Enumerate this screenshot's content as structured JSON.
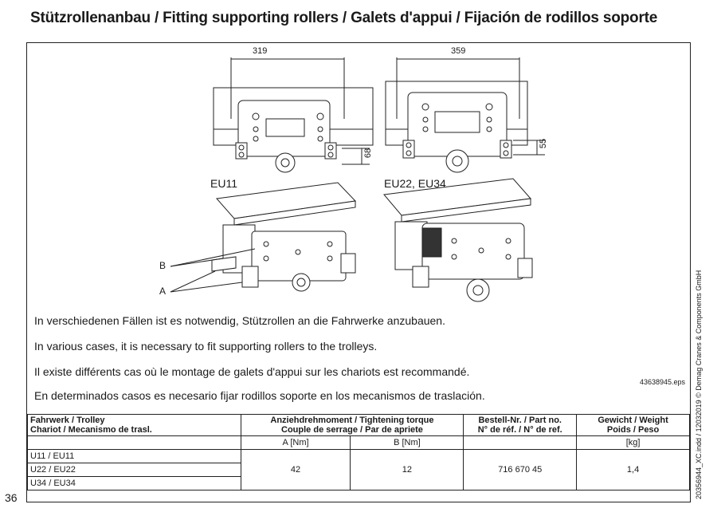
{
  "title": "Stützrollenanbau / Fitting supporting rollers / Galets d'appui / Fijación de rodillos soporte",
  "figure": {
    "dim_left_width": "319",
    "dim_right_width": "359",
    "dim_left_height": "68",
    "dim_right_height": "55",
    "label_left": "EU11",
    "label_right": "EU22, EU34",
    "callout_b": "B",
    "callout_a": "A"
  },
  "paragraphs": [
    "In verschiedenen Fällen ist es notwendig, Stützrollen an die Fahrwerke anzubauen.",
    "In various cases, it is necessary to fit supporting rollers to the trolleys.",
    "Il existe différents cas où le montage de galets d'appui sur les chariots est recommandé.",
    "En determinados casos es necesario fijar rodillos soporte en los mecanismos de traslación."
  ],
  "eps_ref": "43638945.eps",
  "table": {
    "col1_header_line1": "Fahrwerk / Trolley",
    "col1_header_line2": "Chariot / Mecanismo de trasl.",
    "col2_header_line1": "Anziehdrehmoment / Tightening torque",
    "col2_header_line2": "Couple de serrage / Par de apriete",
    "col2_sub_a": "A [Nm]",
    "col2_sub_b": "B [Nm]",
    "col3_header_line1": "Bestell-Nr. / Part no.",
    "col3_header_line2": "N° de réf. / N° de ref.",
    "col4_header_line1": "Gewicht / Weight",
    "col4_header_line2": "Poids / Peso",
    "col4_unit": "[kg]",
    "rows": [
      "U11 / EU11",
      "U22 / EU22",
      "U34 / EU34"
    ],
    "value_a": "42",
    "value_b": "12",
    "part_no": "716 670 45",
    "weight": "1,4"
  },
  "page_number": "36",
  "side_text": "20356944_XC.indd / 12032019 © Demag Cranes & Components GmbH"
}
